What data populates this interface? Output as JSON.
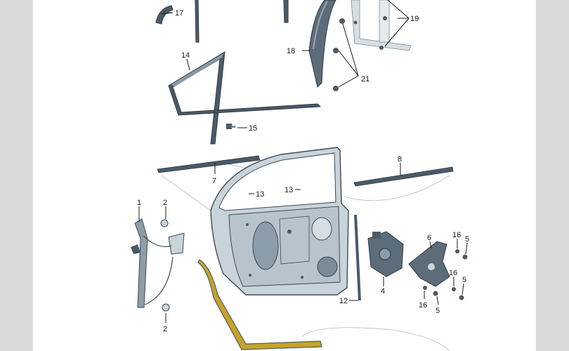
{
  "diagram": {
    "callouts": [
      {
        "id": "c1",
        "text": "1"
      },
      {
        "id": "c2a",
        "text": "2"
      },
      {
        "id": "c2b",
        "text": "2"
      },
      {
        "id": "c4",
        "text": "4"
      },
      {
        "id": "c5a",
        "text": "5"
      },
      {
        "id": "c5b",
        "text": "5"
      },
      {
        "id": "c5c",
        "text": "5"
      },
      {
        "id": "c6",
        "text": "6"
      },
      {
        "id": "c7",
        "text": "7"
      },
      {
        "id": "c8",
        "text": "8"
      },
      {
        "id": "c12",
        "text": "12"
      },
      {
        "id": "c13a",
        "text": "13"
      },
      {
        "id": "c13b",
        "text": "13"
      },
      {
        "id": "c14",
        "text": "14"
      },
      {
        "id": "c15",
        "text": "15"
      },
      {
        "id": "c16a",
        "text": "16"
      },
      {
        "id": "c16b",
        "text": "16"
      },
      {
        "id": "c16c",
        "text": "16"
      },
      {
        "id": "c17",
        "text": "17"
      },
      {
        "id": "c18",
        "text": "18"
      },
      {
        "id": "c19",
        "text": "19"
      },
      {
        "id": "c21",
        "text": "21"
      }
    ]
  },
  "colors": {
    "background": "#d9d9d9",
    "sheet": "#ffffff",
    "part_fill": "#c9d3da",
    "part_dark": "#4a5a66",
    "seal_highlight": "#c9a227"
  }
}
